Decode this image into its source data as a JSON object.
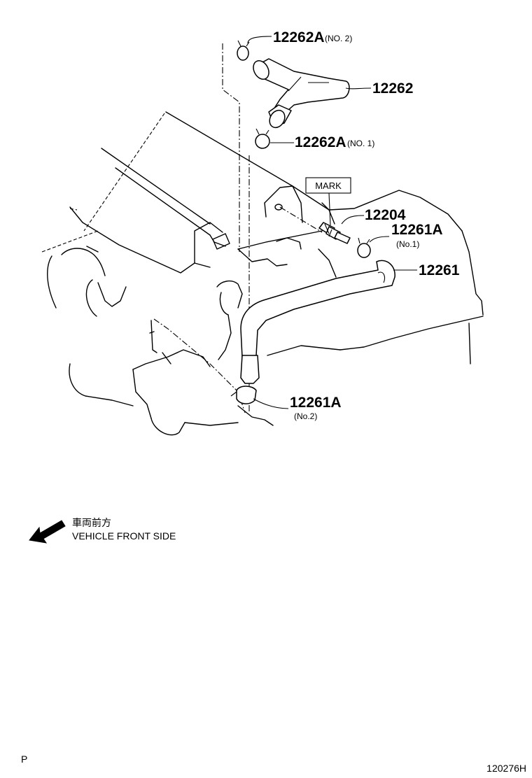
{
  "callouts": {
    "hose_upper_clamp_no2": {
      "part": "12262A",
      "note": "(NO. 2)"
    },
    "hose_upper": {
      "part": "12262"
    },
    "hose_upper_clamp_no1": {
      "part": "12262A",
      "note": "(NO. 1)"
    },
    "mark_label": "MARK",
    "pcv_valve": {
      "part": "12204"
    },
    "hose_lower_clamp_no1": {
      "part": "12261A",
      "note": "(No.1)"
    },
    "hose_lower": {
      "part": "12261"
    },
    "hose_lower_clamp_no2": {
      "part": "12261A",
      "note": "(No.2)"
    }
  },
  "legend": {
    "jp_text": "車両前方",
    "en_text": "VEHICLE FRONT SIDE",
    "icon": "arrow-icon"
  },
  "footer": {
    "left_code": "P",
    "right_code": "120276H"
  }
}
